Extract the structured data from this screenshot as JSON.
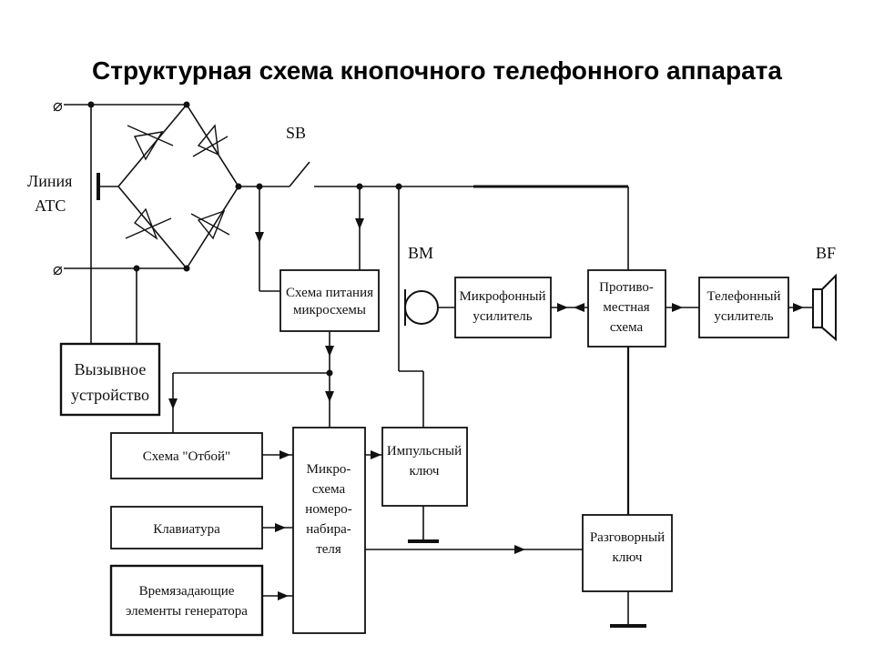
{
  "title": "Структурная схема кнопочного телефонного аппарата",
  "labels": {
    "line_atc_1": "Линия",
    "line_atc_2": "АТС",
    "sb": "SB",
    "bm": "BM",
    "bf": "BF"
  },
  "blocks": {
    "power": [
      "Схема питания",
      "микросхемы"
    ],
    "call": [
      "Вызывное",
      "устройство"
    ],
    "mic_amp": [
      "Микрофонный",
      "усилитель"
    ],
    "hybrid": [
      "Противо-",
      "местная",
      "схема"
    ],
    "tel_amp": [
      "Телефонный",
      "усилитель"
    ],
    "otboy": [
      "Схема \"Отбой\""
    ],
    "keyboard": [
      "Клавиатура"
    ],
    "timing": [
      "Времязадающие",
      "элементы генератора"
    ],
    "dialer": [
      "Микро-",
      "схема",
      "номеро-",
      "набира-",
      "теля"
    ],
    "pulse_key": [
      "Импульсный",
      "ключ"
    ],
    "talk_key": [
      "Разговорный",
      "ключ"
    ]
  },
  "symbols": {
    "terminal_top": "⌀",
    "terminal_bottom": "⌀"
  }
}
